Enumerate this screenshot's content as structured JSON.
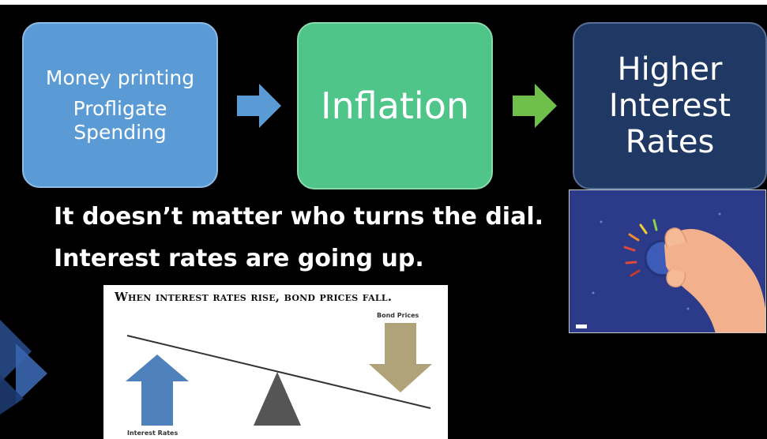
{
  "flow": {
    "box1": {
      "lines": [
        "Money printing",
        "Profligate",
        "Spending"
      ],
      "color": "#5b9bd5"
    },
    "box2": {
      "label": "Inflation",
      "color": "#4fc58a"
    },
    "box3": {
      "lines": [
        "Higher",
        "Interest",
        "Rates"
      ],
      "color": "#1f3864"
    },
    "arrow1_color": "#5b9bd5",
    "arrow2_color": "#6fc04a"
  },
  "headline": {
    "line1": "It doesn’t matter who turns the dial.",
    "line2": "Interest rates are going up."
  },
  "seesaw": {
    "title": "When interest rates rise, bond prices fall.",
    "left_label": "Interest Rates",
    "right_label": "Bond Prices",
    "left_arrow_color": "#4f81bd",
    "right_arrow_color": "#b0a37a",
    "fulcrum_color": "#555555"
  },
  "photo": {
    "description_icon": "hand-turning-dial-image"
  }
}
